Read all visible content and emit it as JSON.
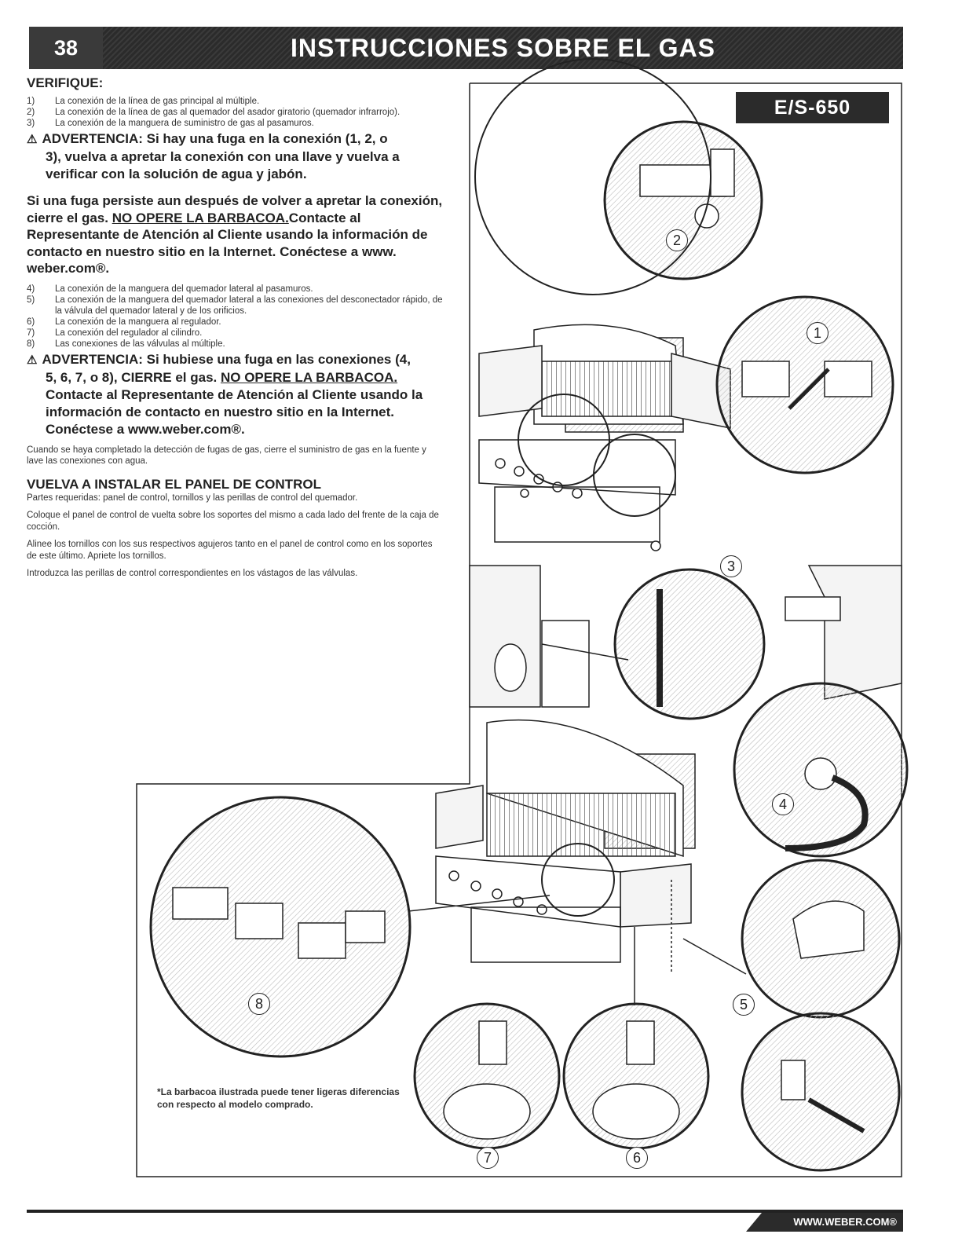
{
  "header": {
    "page_number": "38",
    "title": "INSTRUCCIONES SOBRE EL GAS"
  },
  "verify": {
    "heading": "VERIFIQUE:",
    "steps_a": [
      {
        "num": "1)",
        "text": "La conexión  de la línea de gas principal al múltiple."
      },
      {
        "num": "2)",
        "text": "La conexión de la línea de gas al quemador del asador giratorio (quemador infrarrojo)."
      },
      {
        "num": "3)",
        "text": "La conexión de la manguera de suministro de gas al pasamuros."
      }
    ],
    "warning1": {
      "line1": "ADVERTENCIA: Si hay una fuga en la conexión (1, 2, o",
      "line2": "3), vuelva a apretar la conexión con una llave y vuelva a",
      "line3": "verificar con la solución de agua y jabón."
    },
    "leak_para": {
      "before": "Si una fuga persiste aun después de volver a apretar la conexión, cierre el gas. ",
      "underlined": "NO OPERE LA BARBACOA.",
      "after": "Contacte al Representante de Atención al Cliente usando la información de contacto en nuestro sitio en la Internet. Conéctese a www. weber.com®."
    },
    "steps_b": [
      {
        "num": "4)",
        "text": "La conexión de la manguera del quemador lateral al pasamuros."
      },
      {
        "num": "5)",
        "text": "La conexión de la manguera del quemador lateral a las conexiones del desconectador rápido, de la válvula del quemador lateral y de los orificios."
      },
      {
        "num": "6)",
        "text": "La conexión de la manguera al regulador."
      },
      {
        "num": "7)",
        "text": "La conexión del regulador al cilindro."
      },
      {
        "num": "8)",
        "text": "Las conexiones de las válvulas al múltiple."
      }
    ],
    "warning2": {
      "line1": "ADVERTENCIA: Si hubiese una fuga en las conexiones (4,",
      "line2_before": "5, 6, 7, o 8), CIERRE el gas. ",
      "line2_underlined": "NO OPERE LA BARBACOA.",
      "line3": "Contacte al Representante de Atención al Cliente usando la",
      "line4": "información de contacto en nuestro sitio en la Internet.",
      "line5": "Conéctese a www.weber.com®."
    },
    "closing": "Cuando se haya completado la detección de fugas de gas, cierre el suministro de gas en la fuente y lave las conexiones con agua."
  },
  "reinstall": {
    "heading": "VUELVA A INSTALAR EL PANEL DE CONTROL",
    "parts": "Partes requeridas: panel de control, tornillos y las perillas de control del quemador.",
    "p1": "Coloque el panel de control de vuelta sobre los soportes del mismo a cada lado del frente de la caja de cocción.",
    "p2": "Alinee los tornillos con los sus respectivos agujeros tanto en el panel de control como en los soportes de este último. Apriete los tornillos.",
    "p3": "Introduzca las perillas de control correspondientes en los vástagos de las válvulas."
  },
  "figure": {
    "model_badge": "E/S-650",
    "callouts": [
      "1",
      "2",
      "3",
      "4",
      "5",
      "6",
      "7",
      "8"
    ],
    "caption": "*La barbacoa ilustrada puede tener ligeras diferencias con respecto al modelo comprado."
  },
  "footer": {
    "url": "WWW.WEBER.COM®"
  }
}
